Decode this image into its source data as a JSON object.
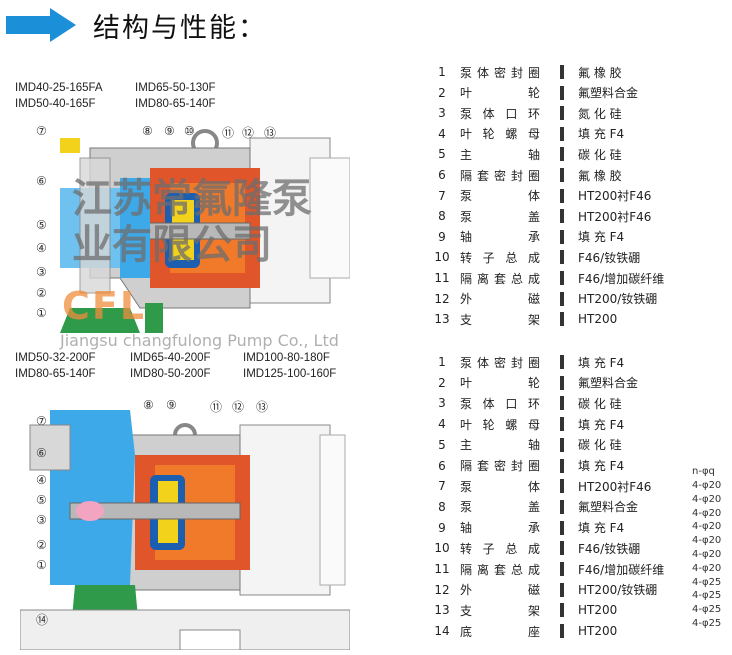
{
  "title": "结构与性能：",
  "colors": {
    "arrow": "#1b8fd8",
    "liner": "#e0552a",
    "rotor": "#1c5fb0",
    "body_blue": "#3ea9e8",
    "base_green": "#2e9a4a"
  },
  "top": {
    "models": [
      "IMD40-25-165FA",
      "IMD65-50-130F",
      "IMD50-40-165F",
      "IMD80-65-140F"
    ],
    "callouts": [
      "⑦",
      "⑧",
      "⑨",
      "⑩",
      "⑪",
      "⑫",
      "⑬",
      "⑥",
      "⑤",
      "④",
      "③",
      "②",
      "①"
    ],
    "parts": [
      {
        "n": "1",
        "name": "泵体密封圈",
        "material": "氟 橡 胶"
      },
      {
        "n": "2",
        "name": "叶轮",
        "material": "氟塑料合金"
      },
      {
        "n": "3",
        "name": "泵体口环",
        "material": "氮 化 硅"
      },
      {
        "n": "4",
        "name": "叶轮螺母",
        "material": "填 充 F4"
      },
      {
        "n": "5",
        "name": "主轴",
        "material": "碳 化 硅"
      },
      {
        "n": "6",
        "name": "隔套密封圈",
        "material": "氟 橡 胶"
      },
      {
        "n": "7",
        "name": "泵体",
        "material": "HT200衬F46"
      },
      {
        "n": "8",
        "name": "泵盖",
        "material": "HT200衬F46"
      },
      {
        "n": "9",
        "name": "轴承",
        "material": "填 充 F4"
      },
      {
        "n": "10",
        "name": "转子总成",
        "material": "F46/钕铁硼"
      },
      {
        "n": "11",
        "name": "隔离套总成",
        "material": "F46/增加碳纤维"
      },
      {
        "n": "12",
        "name": "外磁",
        "material": "HT200/钕铁硼"
      },
      {
        "n": "13",
        "name": "支架",
        "material": "HT200"
      }
    ]
  },
  "bottom": {
    "models": [
      "IMD50-32-200F",
      "IMD65-40-200F",
      "IMD100-80-180F",
      "IMD80-65-140F",
      "IMD80-50-200F",
      "IMD125-100-160F"
    ],
    "callouts": [
      "⑦",
      "⑧",
      "⑨",
      "⑪",
      "⑫",
      "⑬",
      "⑥",
      "④",
      "⑤",
      "③",
      "②",
      "①",
      "⑭"
    ],
    "parts": [
      {
        "n": "1",
        "name": "泵体密封圈",
        "material": "填 充 F4"
      },
      {
        "n": "2",
        "name": "叶轮",
        "material": "氟塑料合金"
      },
      {
        "n": "3",
        "name": "泵体口环",
        "material": "碳 化 硅"
      },
      {
        "n": "4",
        "name": "叶轮螺母",
        "material": "填 充 F4"
      },
      {
        "n": "5",
        "name": "主轴",
        "material": "碳 化 硅"
      },
      {
        "n": "6",
        "name": "隔套密封圈",
        "material": "填 充 F4"
      },
      {
        "n": "7",
        "name": "泵体",
        "material": "HT200衬F46"
      },
      {
        "n": "8",
        "name": "泵盖",
        "material": "氟塑料合金"
      },
      {
        "n": "9",
        "name": "轴承",
        "material": "填 充 F4"
      },
      {
        "n": "10",
        "name": "转子总成",
        "material": "F46/钕铁硼"
      },
      {
        "n": "11",
        "name": "隔离套总成",
        "material": "F46/增加碳纤维"
      },
      {
        "n": "12",
        "name": "外磁",
        "material": "HT200/钕铁硼"
      },
      {
        "n": "13",
        "name": "支架",
        "material": "HT200"
      },
      {
        "n": "14",
        "name": "底座",
        "material": "HT200"
      }
    ],
    "nq_header": "n-φq",
    "nq": [
      "4-φ20",
      "4-φ20",
      "4-φ20",
      "4-φ20",
      "4-φ20",
      "4-φ20",
      "4-φ20",
      "4-φ25",
      "4-φ25",
      "4-φ25",
      "4-φ25"
    ]
  },
  "watermark": {
    "cn": "江苏常氟隆泵业有限公司",
    "en": "Jiangsu changfulong Pump Co., Ltd",
    "logo": "CFL"
  }
}
